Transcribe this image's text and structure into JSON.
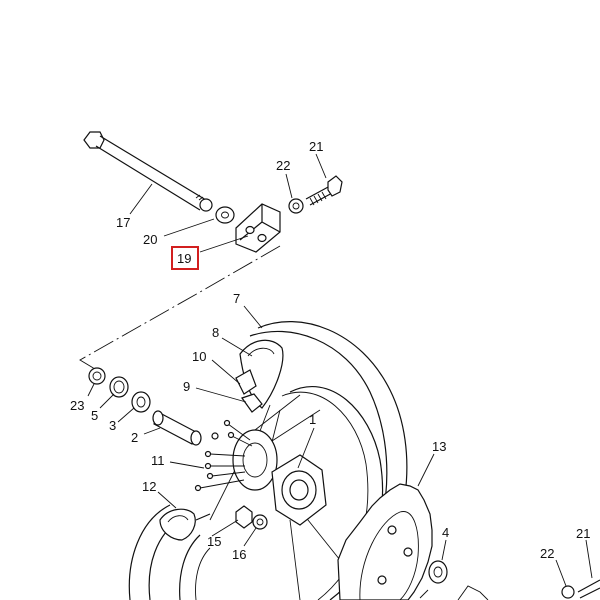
{
  "diagram": {
    "callouts": {
      "p1": "1",
      "p2": "2",
      "p3": "3",
      "p4": "4",
      "p5": "5",
      "p7": "7",
      "p8": "8",
      "p9": "9",
      "p10": "10",
      "p11": "11",
      "p12": "12",
      "p13": "13",
      "p15": "15",
      "p16": "16",
      "p17": "17",
      "p19": "19",
      "p20": "20",
      "p21": "21",
      "p21b": "21",
      "p22": "22",
      "p22b": "22",
      "p23": "23"
    },
    "highlighted_part": "19",
    "highlight_color": "#d21f1f"
  }
}
